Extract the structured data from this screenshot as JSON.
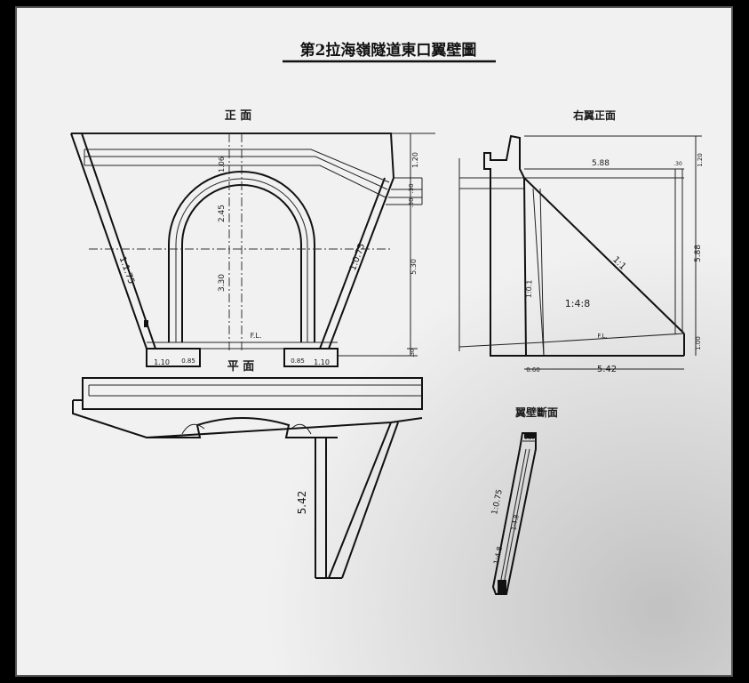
{
  "title": "第2拉海嶺隧道東口翼壁圖",
  "views": {
    "front": "正 面",
    "plan": "平 面",
    "right_side": "右翼正面",
    "wing_section": "翼壁斷面"
  },
  "front_dims": {
    "h1": "1.20",
    "h2": "5.30",
    "small1": ".30",
    "small2": ".30",
    "top_v": "1.06",
    "arch_rise": "2.45",
    "wall_h": "3.30",
    "slope_left": "1:1.75",
    "slope_right": "1:0.75",
    "base_left": "1.10",
    "base_left2": "0.85",
    "base_right": "0.85",
    "base_right2": "1.10",
    "fl": "F.L.",
    "bottom_right": ".30"
  },
  "side_dims": {
    "top_width": "5.88",
    "top_right": "1.20",
    "small": ".30",
    "height": "5.88",
    "bottom_h": "1.00",
    "slope": "1:1",
    "batter": "1:4:8",
    "wall_left": "1:0.1",
    "fl": "F.L.",
    "base_small": "0.60",
    "base": "5.42"
  },
  "plan_dims": {
    "length": "5.42"
  },
  "section_dims": {
    "top": "0.20",
    "slope1": "1:0.75",
    "slope2": "1:4.8",
    "slope3": "1:4.8"
  }
}
